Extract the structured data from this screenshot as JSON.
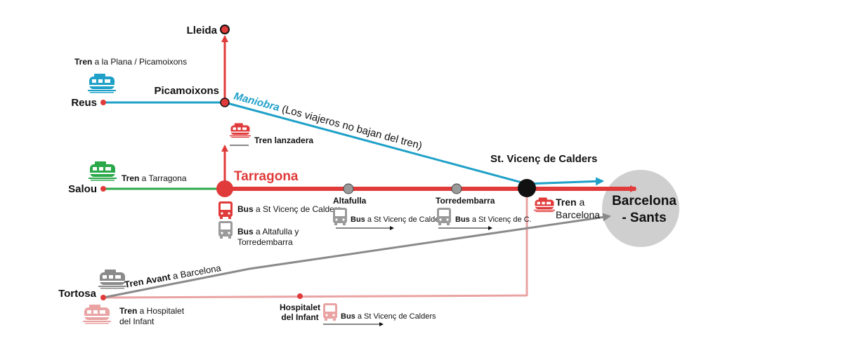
{
  "colors": {
    "main_red": "#e03a3a",
    "light_red": "#eaa3a3",
    "blue": "#1ea0c8",
    "green": "#2aa84a",
    "gray_line": "#8a8a8a",
    "node_gray": "#9a9a9a",
    "barcelona_circle": "#cfcfcf"
  },
  "stations": {
    "lleida": "Lleida",
    "picamoixons": "Picamoixons",
    "reus": "Reus",
    "tarragona": "Tarragona",
    "salou": "Salou",
    "altafulla": "Altafulla",
    "torredembarra": "Torredembarra",
    "st_vicenc": "St. Vicenç de Calders",
    "barcelona_l1": "Barcelona",
    "barcelona_l2": "- Sants",
    "tortosa": "Tortosa",
    "hospitalet_l1": "Hospitalet",
    "hospitalet_l2": "del Infant"
  },
  "labels": {
    "reus_train": {
      "bold": "Tren",
      "rest": " a la Plana / Picamoixons"
    },
    "maniobra": {
      "bold": "Maniobra",
      "rest": " (Los viajeros no bajan del tren)"
    },
    "lanzadera": {
      "bold": "Tren lanzadera"
    },
    "salou_train": {
      "bold": "Tren",
      "rest": " a Tarragona"
    },
    "tgn_bus1": {
      "bold": "Bus",
      "rest": " a St Vicenç de Calders"
    },
    "tgn_bus2_l1": {
      "bold": "Bus",
      "rest": " a Altafulla y"
    },
    "tgn_bus2_l2": "Torredembarra",
    "altafulla_bus": {
      "bold": "Bus",
      "rest": " a St Vicenç de Calders"
    },
    "torred_bus": {
      "bold": "Bus",
      "rest": " a St Vicenç de C."
    },
    "bcn_train_l1": {
      "bold": "Tren",
      "rest": " a"
    },
    "bcn_train_l2": "Barcelona",
    "avant": {
      "bold": "Tren Avant",
      "rest": " a Barcelona"
    },
    "hospitalet_train_l1": {
      "bold": "Tren",
      "rest": " a Hospitalet"
    },
    "hospitalet_train_l2": "del Infant",
    "hospitalet_bus": {
      "bold": "Bus",
      "rest": " a St Vicenç de Calders"
    }
  },
  "icons": [
    "train-icon",
    "bus-icon"
  ]
}
